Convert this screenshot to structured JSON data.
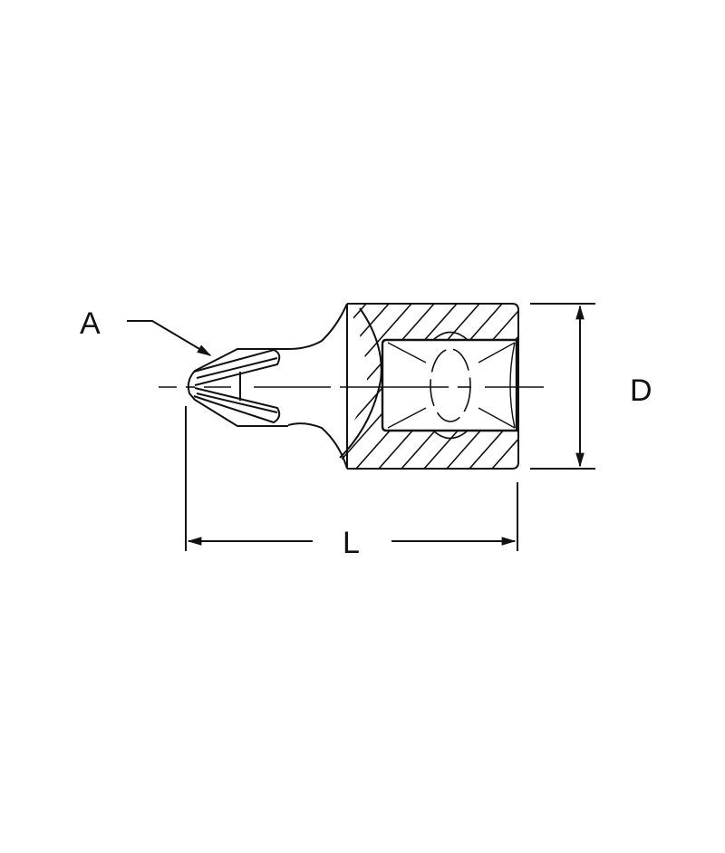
{
  "diagram": {
    "subject": "Phillips bit socket, side section view",
    "labels": {
      "tip": "A",
      "diameter": "D",
      "length": "L"
    },
    "stroke_color": "#111111",
    "background": "#ffffff"
  }
}
